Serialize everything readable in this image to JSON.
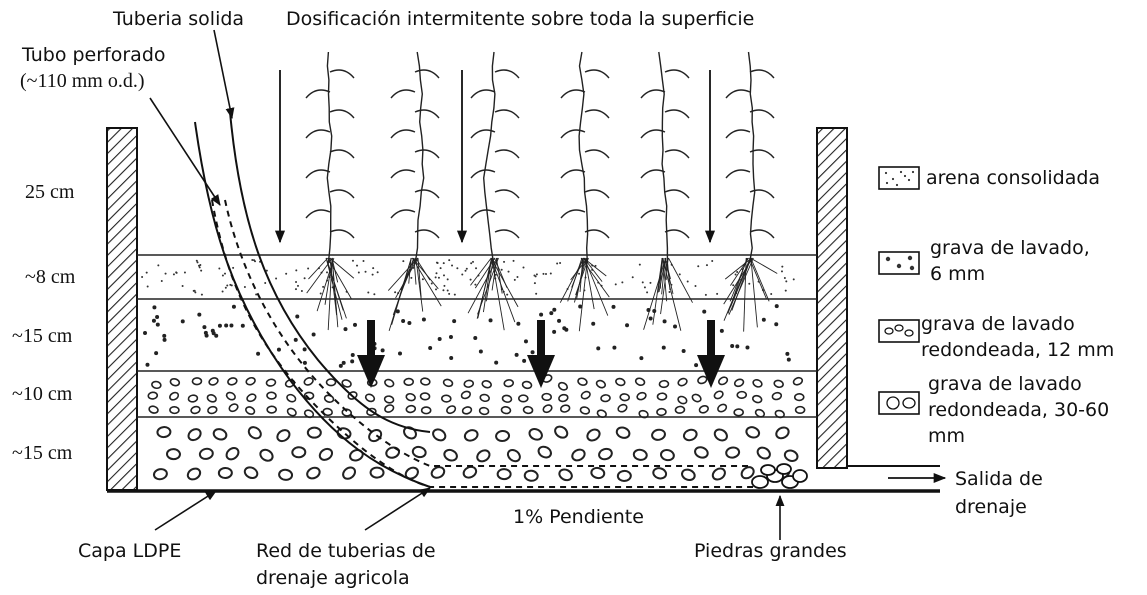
{
  "diagram": {
    "title": "Dosificación intermitente sobre toda la superficie",
    "pipe_solid_label": "Tuberia solida",
    "pipe_perforated_label_1": "Tubo perforado",
    "pipe_perforated_label_2": "(~110 mm o.d.)",
    "depths": [
      "25 cm",
      "~8 cm",
      "~15 cm",
      "~10 cm",
      "~15 cm"
    ],
    "bottom_labels": {
      "liner": "Capa LDPE",
      "drain_network_1": "Red de tuberias de",
      "drain_network_2": "drenaje agricola",
      "slope": "1% Pendiente",
      "stones": "Piedras grandes",
      "outlet_1": "Salida de",
      "outlet_2": "drenaje"
    },
    "legend": [
      {
        "line1": "arena consolidada",
        "line2": "",
        "line3": "",
        "pattern": "sand"
      },
      {
        "line1": "grava de lavado,",
        "line2": "6 mm",
        "line3": "",
        "pattern": "gravel6"
      },
      {
        "line1": "grava de lavado",
        "line2": "redondeada, 12 mm",
        "line3": "",
        "pattern": "gravel12"
      },
      {
        "line1": "grava de lavado",
        "line2": "redondeada, 30-60",
        "line3": "mm",
        "pattern": "gravel3060"
      }
    ]
  }
}
